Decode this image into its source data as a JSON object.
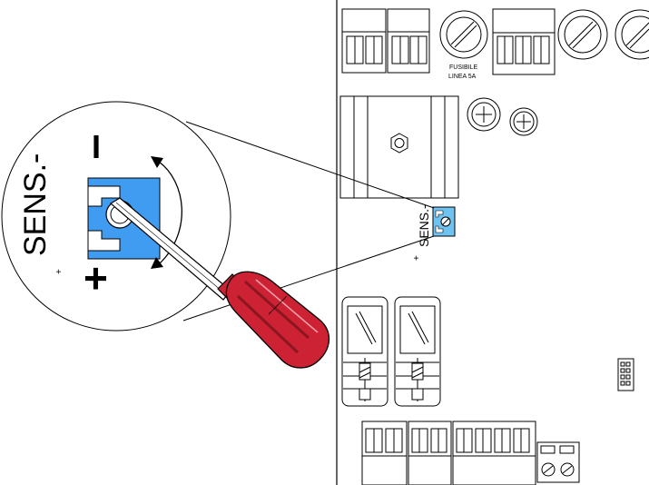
{
  "fuse": {
    "line1": "FUSIBILE",
    "line2": "LINEA 5A"
  },
  "board_label": {
    "text": "SENS.-",
    "plus": "+"
  },
  "zoom_label": {
    "text": "SENS.-",
    "plus_small": "+",
    "minus_sign": "I",
    "plus_sign": "+"
  },
  "colors": {
    "trimmer_blue": "#3f9cf0",
    "trimmer_blue_light": "#6ec3f3",
    "screwdriver_red": "#cc2233",
    "screwdriver_dark_red": "#8c1620",
    "outline": "#000000"
  },
  "icons": [
    "fuse-icon",
    "screwdriver-icon",
    "rotate-arrows-icon",
    "trimmer-icon",
    "relay-icon",
    "terminal-block-icon"
  ]
}
